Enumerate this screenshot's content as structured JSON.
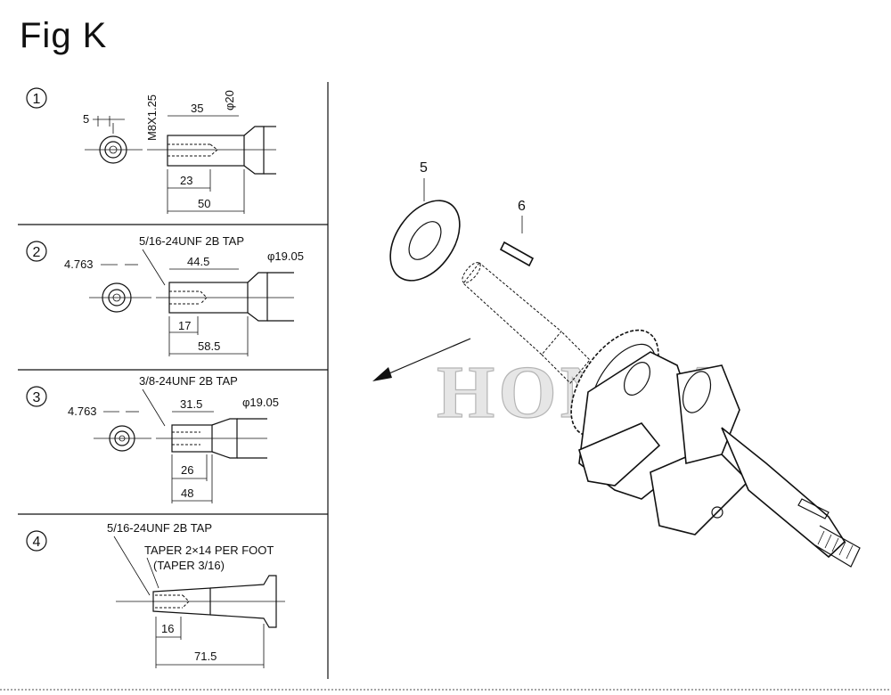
{
  "figure": {
    "title": "Fig K",
    "watermark": "HONDA"
  },
  "views": [
    {
      "index": "1",
      "labels": {
        "d1": "5",
        "thread": "M8X1.25",
        "d2": "35",
        "dia": "φ20",
        "d3": "23",
        "d4": "50"
      }
    },
    {
      "index": "2",
      "labels": {
        "tap": "5/16-24UNF 2B TAP",
        "d1": "4.763",
        "d2": "44.5",
        "dia": "φ19.05",
        "d3": "17",
        "d4": "58.5"
      }
    },
    {
      "index": "3",
      "labels": {
        "tap": "3/8-24UNF 2B TAP",
        "d1": "4.763",
        "d2": "31.5",
        "dia": "φ19.05",
        "d3": "26",
        "d4": "48"
      }
    },
    {
      "index": "4",
      "labels": {
        "tap": "5/16-24UNF 2B TAP",
        "taper": "TAPER 2×14 PER FOOT",
        "taper2": "(TAPER 3/16)",
        "d3": "16",
        "d4": "71.5"
      }
    }
  ],
  "callouts": {
    "washer": "5",
    "pin": "6"
  }
}
